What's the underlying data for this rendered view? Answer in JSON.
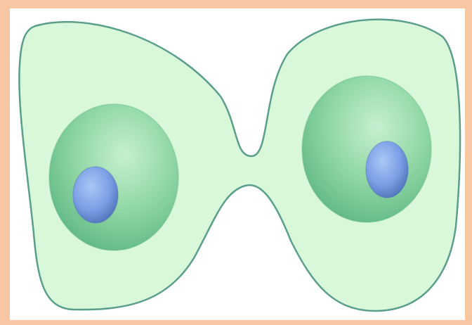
{
  "diagram": {
    "subject": "cell-division",
    "colors": {
      "border": "#f7c6a2",
      "background": "#ffffff",
      "cytoplasm_fill": "#d9f7d9",
      "cell_outline": "#5a9e8c",
      "nucleus_light": "#c6f0d0",
      "nucleus_mid": "#8fd6a4",
      "nucleus_dark": "#5fb884",
      "nucleolus_light": "#a9c8f4",
      "nucleolus_mid": "#7b9ee6",
      "nucleolus_dark": "#4f73b8"
    },
    "cells": [
      {
        "id": "left-daughter-cell"
      },
      {
        "id": "right-daughter-cell"
      }
    ]
  }
}
